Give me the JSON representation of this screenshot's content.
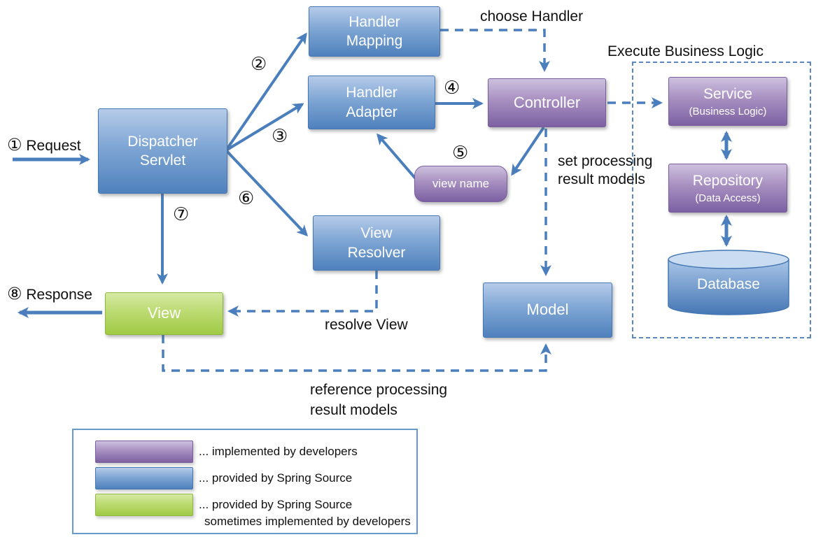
{
  "nodes": {
    "dispatcher_servlet": {
      "line1": "Dispatcher",
      "line2": "Servlet"
    },
    "handler_mapping": {
      "line1": "Handler",
      "line2": "Mapping"
    },
    "handler_adapter": {
      "line1": "Handler",
      "line2": "Adapter"
    },
    "controller": {
      "label": "Controller"
    },
    "view_name": {
      "label": "view name"
    },
    "service": {
      "label": "Service",
      "sublabel": "(Business Logic)"
    },
    "repository": {
      "label": "Repository",
      "sublabel": "(Data Access)"
    },
    "database": {
      "label": "Database"
    },
    "model": {
      "label": "Model"
    },
    "view": {
      "label": "View"
    },
    "view_resolver": {
      "line1": "View",
      "line2": "Resolver"
    }
  },
  "steps": {
    "step1": {
      "num": "①",
      "label": "Request"
    },
    "step2": {
      "num": "②"
    },
    "step3": {
      "num": "③"
    },
    "step4": {
      "num": "④"
    },
    "step5": {
      "num": "⑤"
    },
    "step6": {
      "num": "⑥"
    },
    "step7": {
      "num": "⑦"
    },
    "step8": {
      "num": "⑧",
      "label": "Response"
    }
  },
  "annotations": {
    "choose_handler": "choose Handler",
    "execute_business_logic": "Execute Business Logic",
    "set_processing_line1": "set processing",
    "set_processing_line2": "result models",
    "resolve_view": "resolve View",
    "reference_processing_line1": "reference processing",
    "reference_processing_line2": "result models"
  },
  "legend": {
    "items": [
      {
        "color_name": "purple",
        "line1": "... implemented by developers",
        "line2": ""
      },
      {
        "color_name": "blue",
        "line1": "... provided by Spring Source",
        "line2": ""
      },
      {
        "color_name": "green",
        "line1": "... provided by Spring Source",
        "line2": "sometimes implemented by developers"
      }
    ]
  },
  "colors": {
    "blue_top": "#b6cbe9",
    "blue_bottom": "#4f81bd",
    "purple_top": "#cdc0de",
    "purple_bottom": "#7c60a2",
    "green_top": "#d6e9a4",
    "green_bottom": "#a0ca45",
    "arrow": "#4a7ebd",
    "dashed_container_border": "#5b87c0",
    "legend_border": "#6699cc",
    "text": "#111111"
  }
}
